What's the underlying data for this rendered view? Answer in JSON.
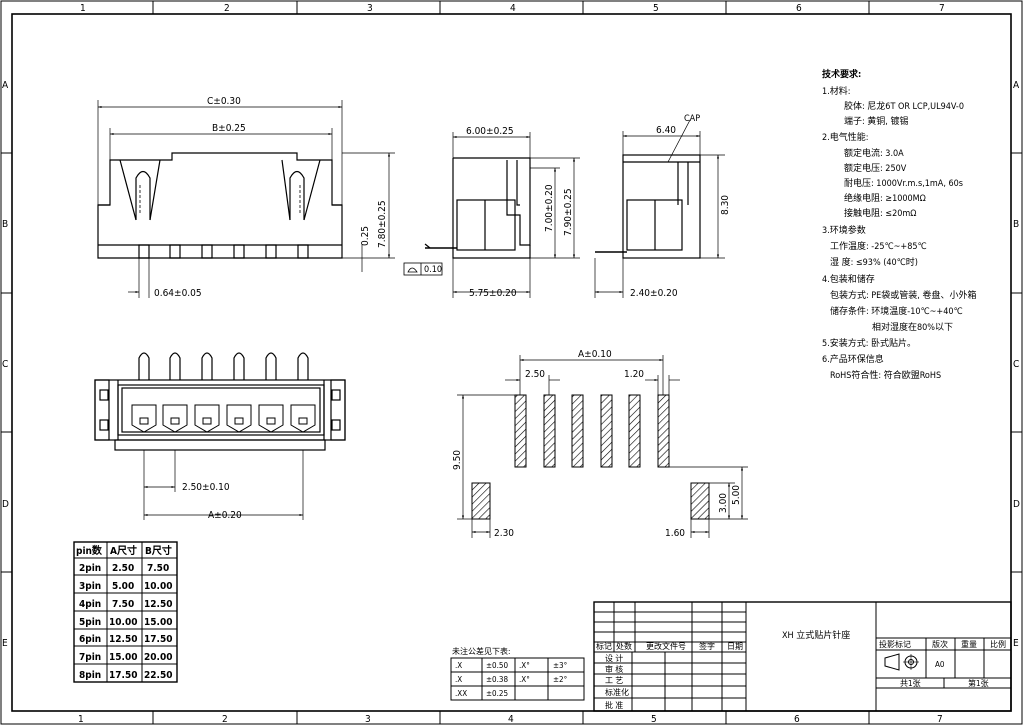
{
  "frame": {
    "cols_top": [
      "1",
      "2",
      "3",
      "4",
      "5",
      "6",
      "7"
    ],
    "cols_bottom": [
      "1",
      "2",
      "3",
      "4",
      "5",
      "6",
      "7"
    ],
    "rows": [
      "A",
      "B",
      "C",
      "D",
      "E"
    ]
  },
  "dims": {
    "c_width": "C±0.30",
    "b_width": "B±0.25",
    "h_780": "7.80±0.25",
    "h_025": "0.25",
    "pitch_064": "0.64±0.05",
    "w_600": "6.00±0.25",
    "h_700": "7.00±0.20",
    "h_790": "7.90±0.25",
    "w_575": "5.75±0.20",
    "flat_010": "0.10",
    "w_640": "6.40",
    "cap": "CAP",
    "h_830": "8.30",
    "w_240": "2.40±0.20",
    "pitch_250": "2.50±0.10",
    "a_020": "A±0.20",
    "pcb_a": "A±0.10",
    "pcb_250": "2.50",
    "pcb_120": "1.20",
    "pcb_950": "9.50",
    "pcb_500": "5.00",
    "pcb_300": "3.00",
    "pcb_230": "2.30",
    "pcb_160": "1.60"
  },
  "specs": {
    "title": "技术要求:",
    "lines": [
      {
        "text": "1.材料:",
        "indent": 0
      },
      {
        "text": "胶体: 尼龙6T OR LCP,UL94V-0",
        "indent": 1
      },
      {
        "text": "端子: 黄铜, 镀锡",
        "indent": 1
      },
      {
        "text": "2.电气性能:",
        "indent": 0
      },
      {
        "text": "额定电流: 3.0A",
        "indent": 1
      },
      {
        "text": "额定电压: 250V",
        "indent": 1
      },
      {
        "text": "耐电压: 1000Vr.m.s,1mA, 60s",
        "indent": 1
      },
      {
        "text": "绝缘电阻: ≥1000MΩ",
        "indent": 1
      },
      {
        "text": "接触电阻: ≤20mΩ",
        "indent": 1
      },
      {
        "text": "3.环境参数",
        "indent": 0
      },
      {
        "text": "工作温度: -25℃~+85℃",
        "indent": 1
      },
      {
        "text": "湿    度: ≤93% (40℃时)",
        "indent": 1
      },
      {
        "text": "4.包装和储存",
        "indent": 0
      },
      {
        "text": "包装方式: PE袋或管装, 卷盘、小外箱",
        "indent": 1
      },
      {
        "text": "储存条件: 环境温度-10℃~+40℃",
        "indent": 1
      },
      {
        "text": "相对湿度在80%以下",
        "indent": 2
      },
      {
        "text": "5.安装方式: 卧式贴片。",
        "indent": 0
      },
      {
        "text": "6.产品环保信息",
        "indent": 0
      },
      {
        "text": "RoHS符合性: 符合欧盟RoHS",
        "indent": 1
      }
    ]
  },
  "pin_table": {
    "headers": [
      "pin数",
      "A尺寸",
      "B尺寸"
    ],
    "rows": [
      [
        "2pin",
        "2.50",
        "7.50"
      ],
      [
        "3pin",
        "5.00",
        "10.00"
      ],
      [
        "4pin",
        "7.50",
        "12.50"
      ],
      [
        "5pin",
        "10.00",
        "15.00"
      ],
      [
        "6pin",
        "12.50",
        "17.50"
      ],
      [
        "7pin",
        "15.00",
        "20.00"
      ],
      [
        "8pin",
        "17.50",
        "22.50"
      ]
    ]
  },
  "tolerance": {
    "title": "未注公差见下表:",
    "rows": [
      [
        ".X",
        "±0.50",
        ".X°",
        "±3°"
      ],
      [
        ".X",
        "±0.38",
        ".X°",
        "±2°"
      ],
      [
        ".XX",
        "±0.25",
        "",
        ""
      ]
    ]
  },
  "title_block": {
    "product_name": "XH 立式贴片针座",
    "rev_headers": [
      "标记",
      "处数",
      "更改文件号",
      "签字",
      "日期"
    ],
    "roles": [
      "设 计",
      "审 核",
      "工 艺",
      "标准化",
      "批 准"
    ],
    "right_headers": [
      "投影标记",
      "版次",
      "重量",
      "比例"
    ],
    "version": "A0",
    "sheets_total": "共1张",
    "sheet_no": "第1张"
  }
}
